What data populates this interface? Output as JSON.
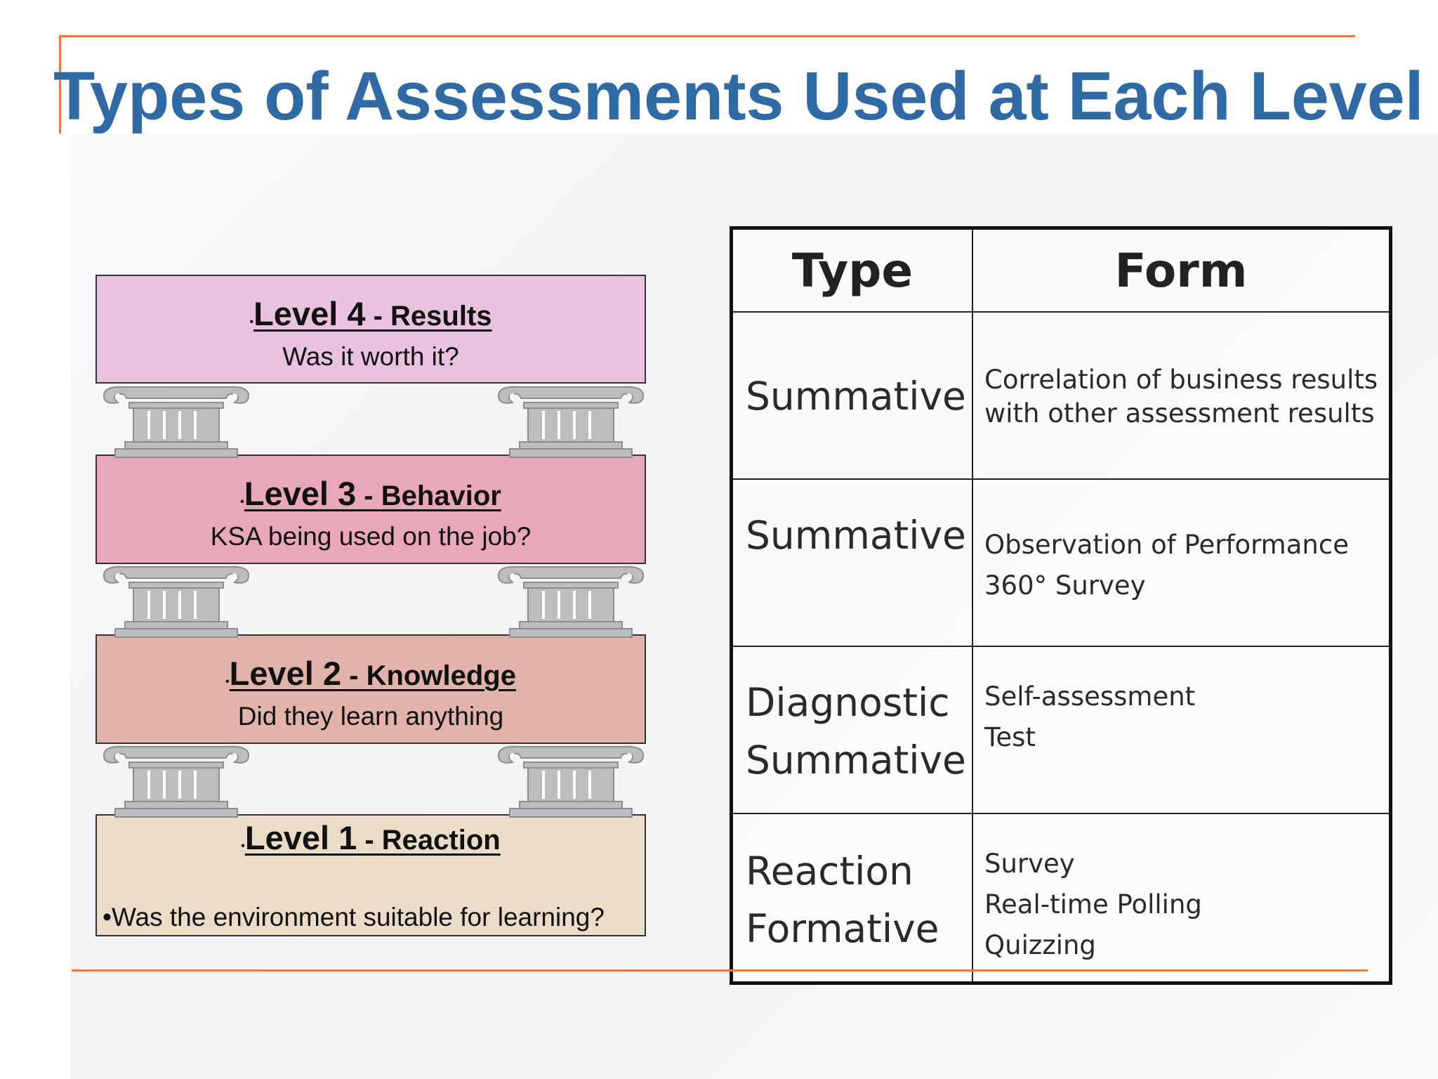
{
  "slide": {
    "title": "Types of Assessments Used at Each Level"
  },
  "levels": [
    {
      "bullet": "•",
      "name": "Level 4",
      "dash": " - ",
      "label": "Results",
      "question": "Was it worth it?"
    },
    {
      "bullet": "•",
      "name": "Level 3",
      "dash": " - ",
      "label": "Behavior",
      "question": "KSA being used on the job?"
    },
    {
      "bullet": "•",
      "name": "Level 2",
      "dash": " - ",
      "label": "Knowledge",
      "question": "Did they learn anything"
    },
    {
      "bullet": "•",
      "name": "Level 1",
      "dash": " - ",
      "label": "Reaction",
      "question": "•Was the environment suitable for learning?"
    }
  ],
  "table": {
    "headers": {
      "type": "Type",
      "form": "Form"
    },
    "rows": [
      {
        "type": [
          "Summative"
        ],
        "form": [
          "Correlation of business results",
          "with other assessment results"
        ]
      },
      {
        "type": [
          "Summative"
        ],
        "form": [
          "Observation of Performance",
          "360° Survey"
        ]
      },
      {
        "type": [
          "Diagnostic",
          "Summative"
        ],
        "form": [
          "Self-assessment",
          "Test"
        ]
      },
      {
        "type": [
          "Reaction",
          "Formative"
        ],
        "form": [
          "Survey",
          "Real-time Polling",
          "Quizzing"
        ]
      }
    ]
  },
  "colors": {
    "title": "#2f6aa5",
    "accent_rule": "#e87a45",
    "level4": "#e8c2df",
    "level3": "#e8a8b9",
    "level2": "#e2b3ab",
    "level1": "#ebdcc8",
    "pillar": "#b5b5b8"
  },
  "icons": [
    "ionic-column-pillar-icon"
  ]
}
